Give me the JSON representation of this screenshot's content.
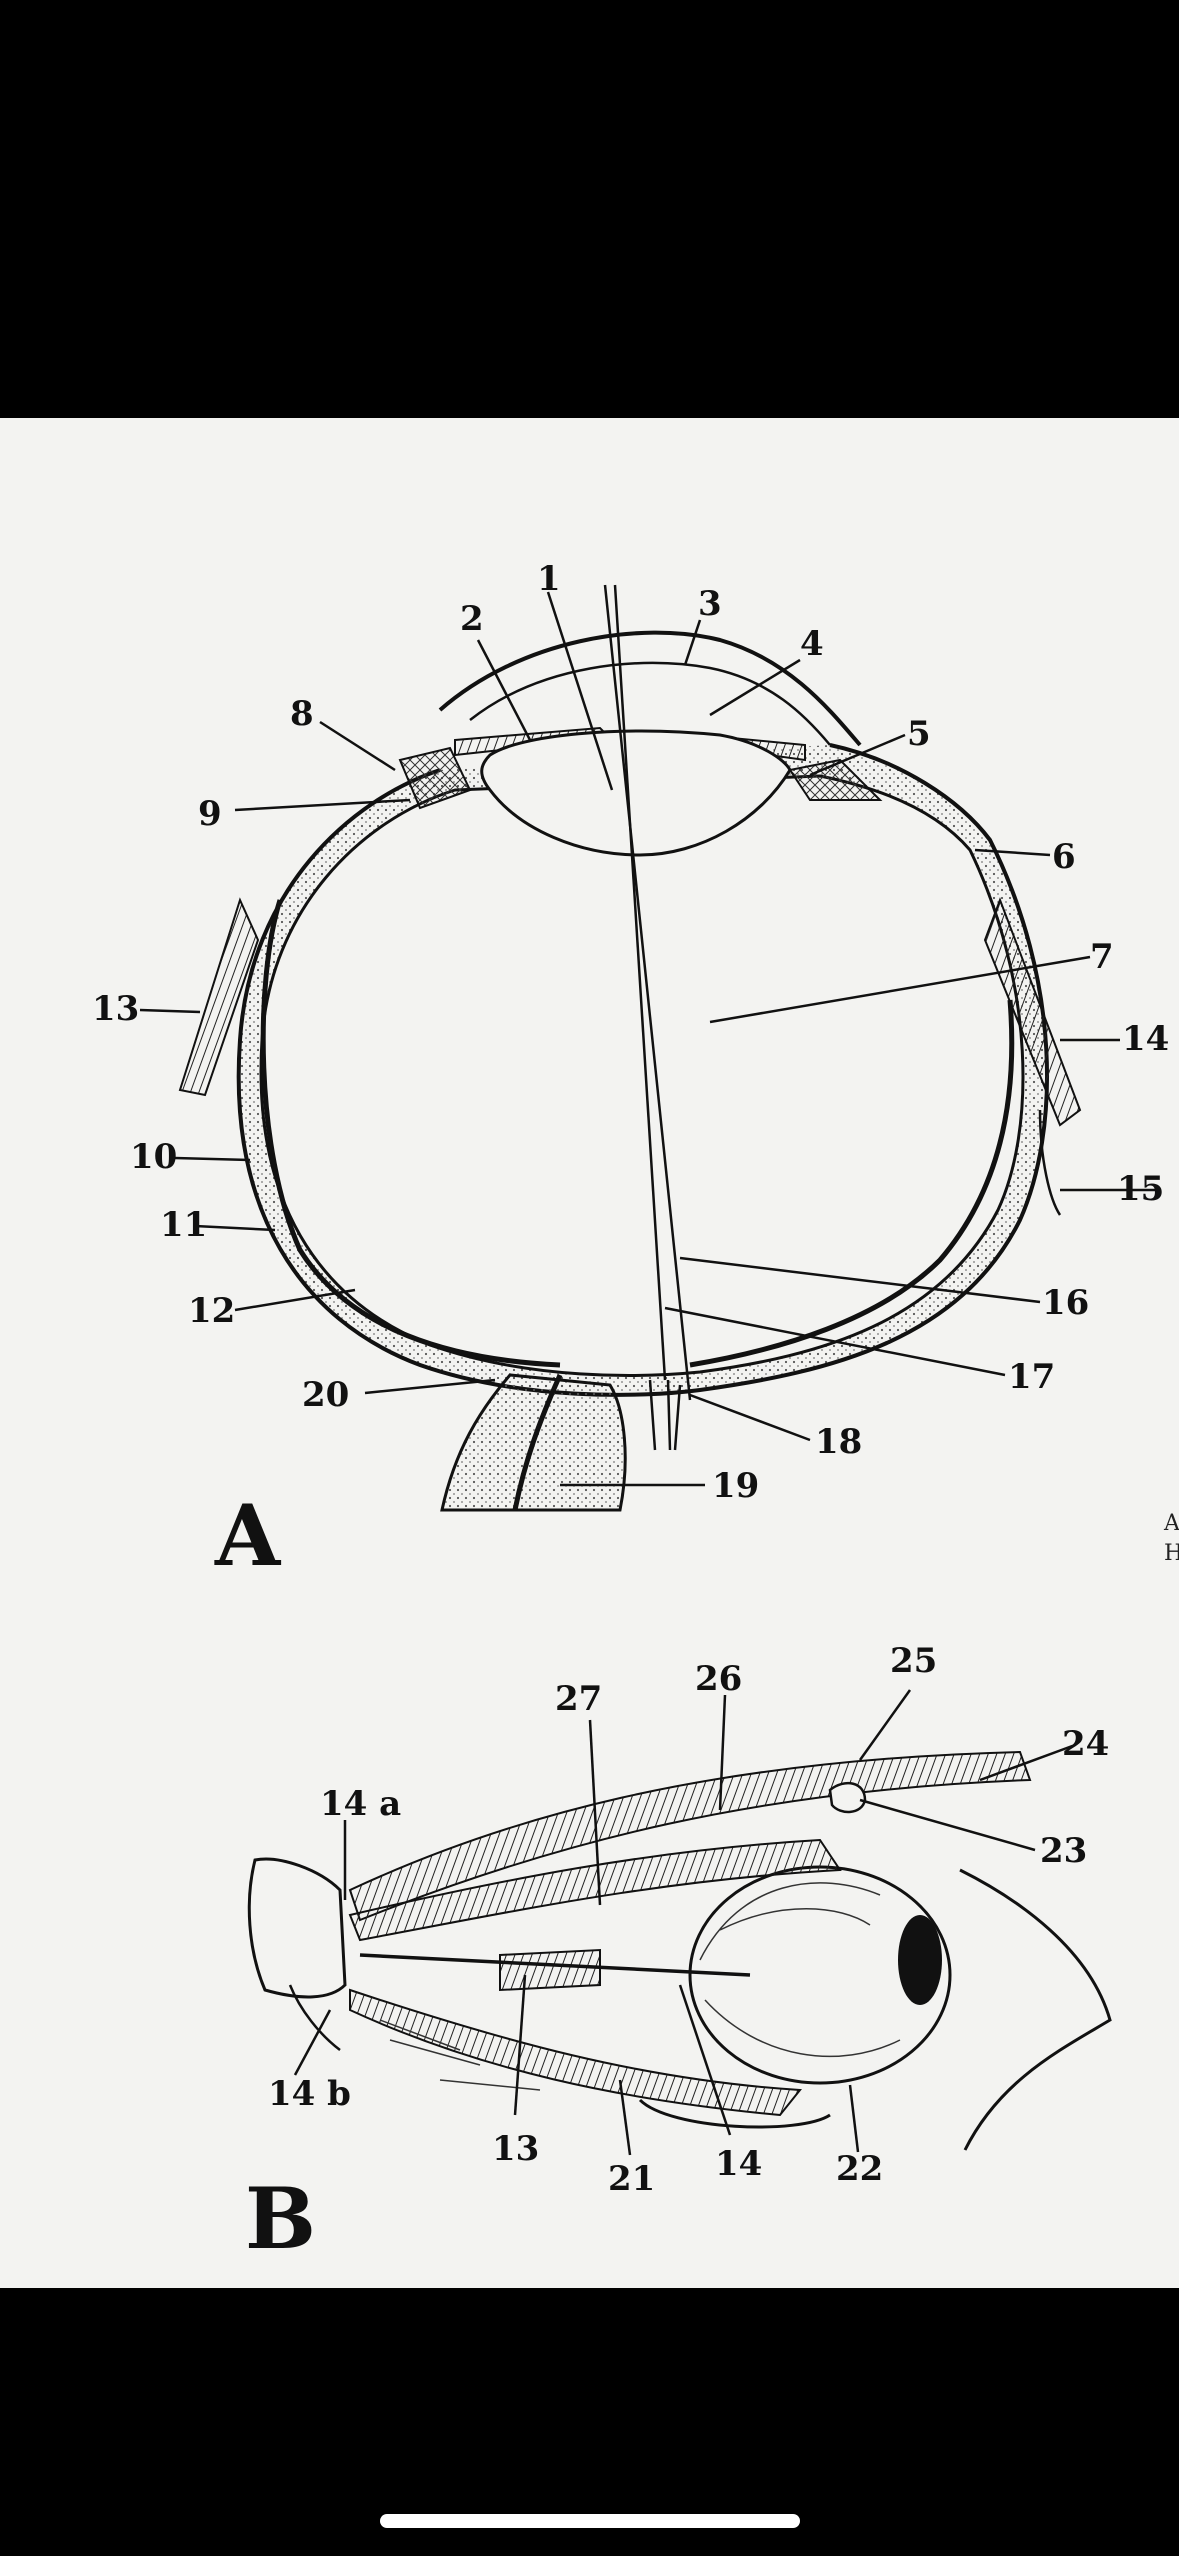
{
  "figure": {
    "panels": [
      {
        "letter": "A",
        "labels": [
          "1",
          "2",
          "3",
          "4",
          "5",
          "6",
          "7",
          "8",
          "9",
          "10",
          "11",
          "12",
          "13",
          "14",
          "15",
          "16",
          "17",
          "18",
          "19",
          "20"
        ]
      },
      {
        "letter": "B",
        "labels": [
          "14 a",
          "14 b",
          "13",
          "14",
          "21",
          "22",
          "23",
          "24",
          "25",
          "26",
          "27"
        ]
      }
    ],
    "margin_fragment": [
      "A",
      "H"
    ]
  }
}
